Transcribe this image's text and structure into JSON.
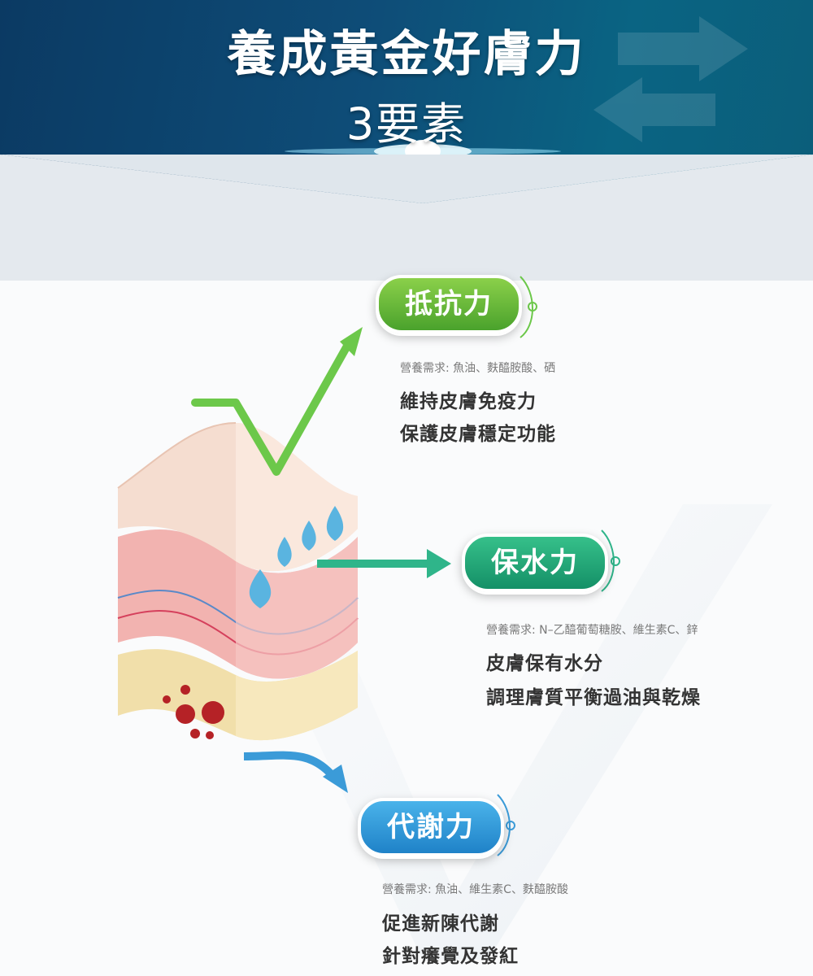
{
  "title": "養成黃金好膚力",
  "subtitle": "3要素",
  "colors": {
    "header_dark": "#0b3a63",
    "header_teal": "#0a6483",
    "green": "#5cb832",
    "teal": "#1ba876",
    "blue": "#2a95d8"
  },
  "factors": [
    {
      "label": "抵抗力",
      "need": "營養需求: 魚油、麩醯胺酸、硒",
      "lines": [
        "維持皮膚免疫力",
        "保護皮膚穩定功能"
      ]
    },
    {
      "label": "保水力",
      "need": "營養需求: N–乙醯葡萄糖胺、維生素C、鋅",
      "lines": [
        "皮膚保有水分",
        "調理膚質平衡過油與乾燥"
      ]
    },
    {
      "label": "代謝力",
      "need": "營養需求: 魚油、維生素C、麩醯胺酸",
      "lines": [
        "促進新陳代謝",
        "針對癢覺及發紅"
      ]
    }
  ],
  "icons": [
    "check-arrow-icon",
    "right-arrow-icon",
    "curved-arrow-icon",
    "water-drop-icon",
    "virus-icon",
    "skin-layers-illustration"
  ]
}
